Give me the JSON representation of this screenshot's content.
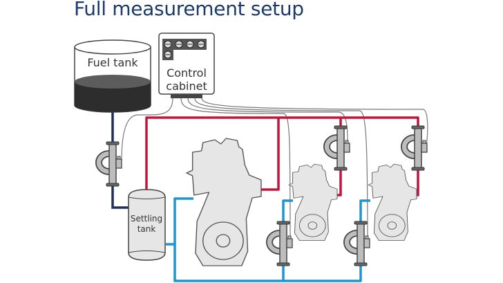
{
  "title": "Full measurement setup",
  "labels": {
    "fuel_tank": "Fuel tank",
    "control_cabinet_line1": "Control",
    "control_cabinet_line2": "cabinet",
    "settling_tank_line1": "Settling",
    "settling_tank_line2": "tank"
  },
  "colors": {
    "title": "#1b3a6b",
    "supply_pipe": "#1f2f5c",
    "return_pipe_red": "#c0163a",
    "feed_pipe_blue": "#1e95cf",
    "engine_fill": "#e6e6e6"
  }
}
